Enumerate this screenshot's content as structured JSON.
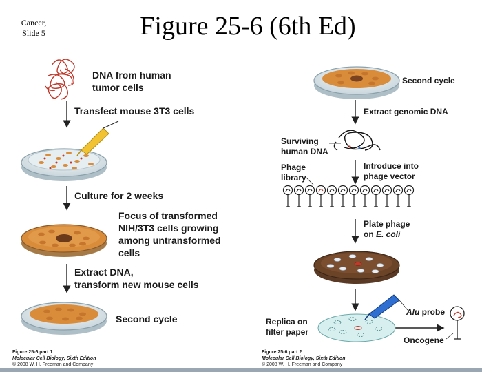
{
  "slide": {
    "corner_line1": "Cancer,",
    "corner_line2": "Slide 5",
    "title": "Figure 25-6 (6th Ed)"
  },
  "left_panel": {
    "dna_label_1": "DNA from human",
    "dna_label_2": "tumor cells",
    "step_transfect": "Transfect mouse 3T3 cells",
    "step_culture": "Culture for 2 weeks",
    "focus_1": "Focus of transformed",
    "focus_2": "NIH/3T3 cells growing",
    "focus_3": "among untransformed",
    "focus_4": "cells",
    "extract_1": "Extract DNA,",
    "extract_2": "transform new mouse cells",
    "second_cycle": "Second cycle",
    "caption_1": "Figure 25-6 part 1",
    "caption_2": "Molecular Cell Biology, Sixth Edition",
    "caption_3": "© 2008 W. H. Freeman and Company"
  },
  "right_panel": {
    "second_cycle": "Second cycle",
    "step_extract": "Extract genomic DNA",
    "surviving_1": "Surviving",
    "surviving_2": "human DNA",
    "phage_1": "Phage",
    "phage_2": "library",
    "introduce_1": "Introduce into",
    "introduce_2": "phage vector",
    "plate_1": "Plate phage",
    "plate_2_prefix": "on ",
    "plate_2_italic": "E. coli",
    "alu_probe_italic": "Alu",
    "alu_probe_rest": " probe",
    "replica_1": "Replica on",
    "replica_2": "filter paper",
    "oncogene": "Oncogene",
    "caption_1": "Figure 25-6 part 2",
    "caption_2": "Molecular Cell Biology, Sixth Edition",
    "caption_3": "© 2008 W. H. Freeman and Company"
  }
}
